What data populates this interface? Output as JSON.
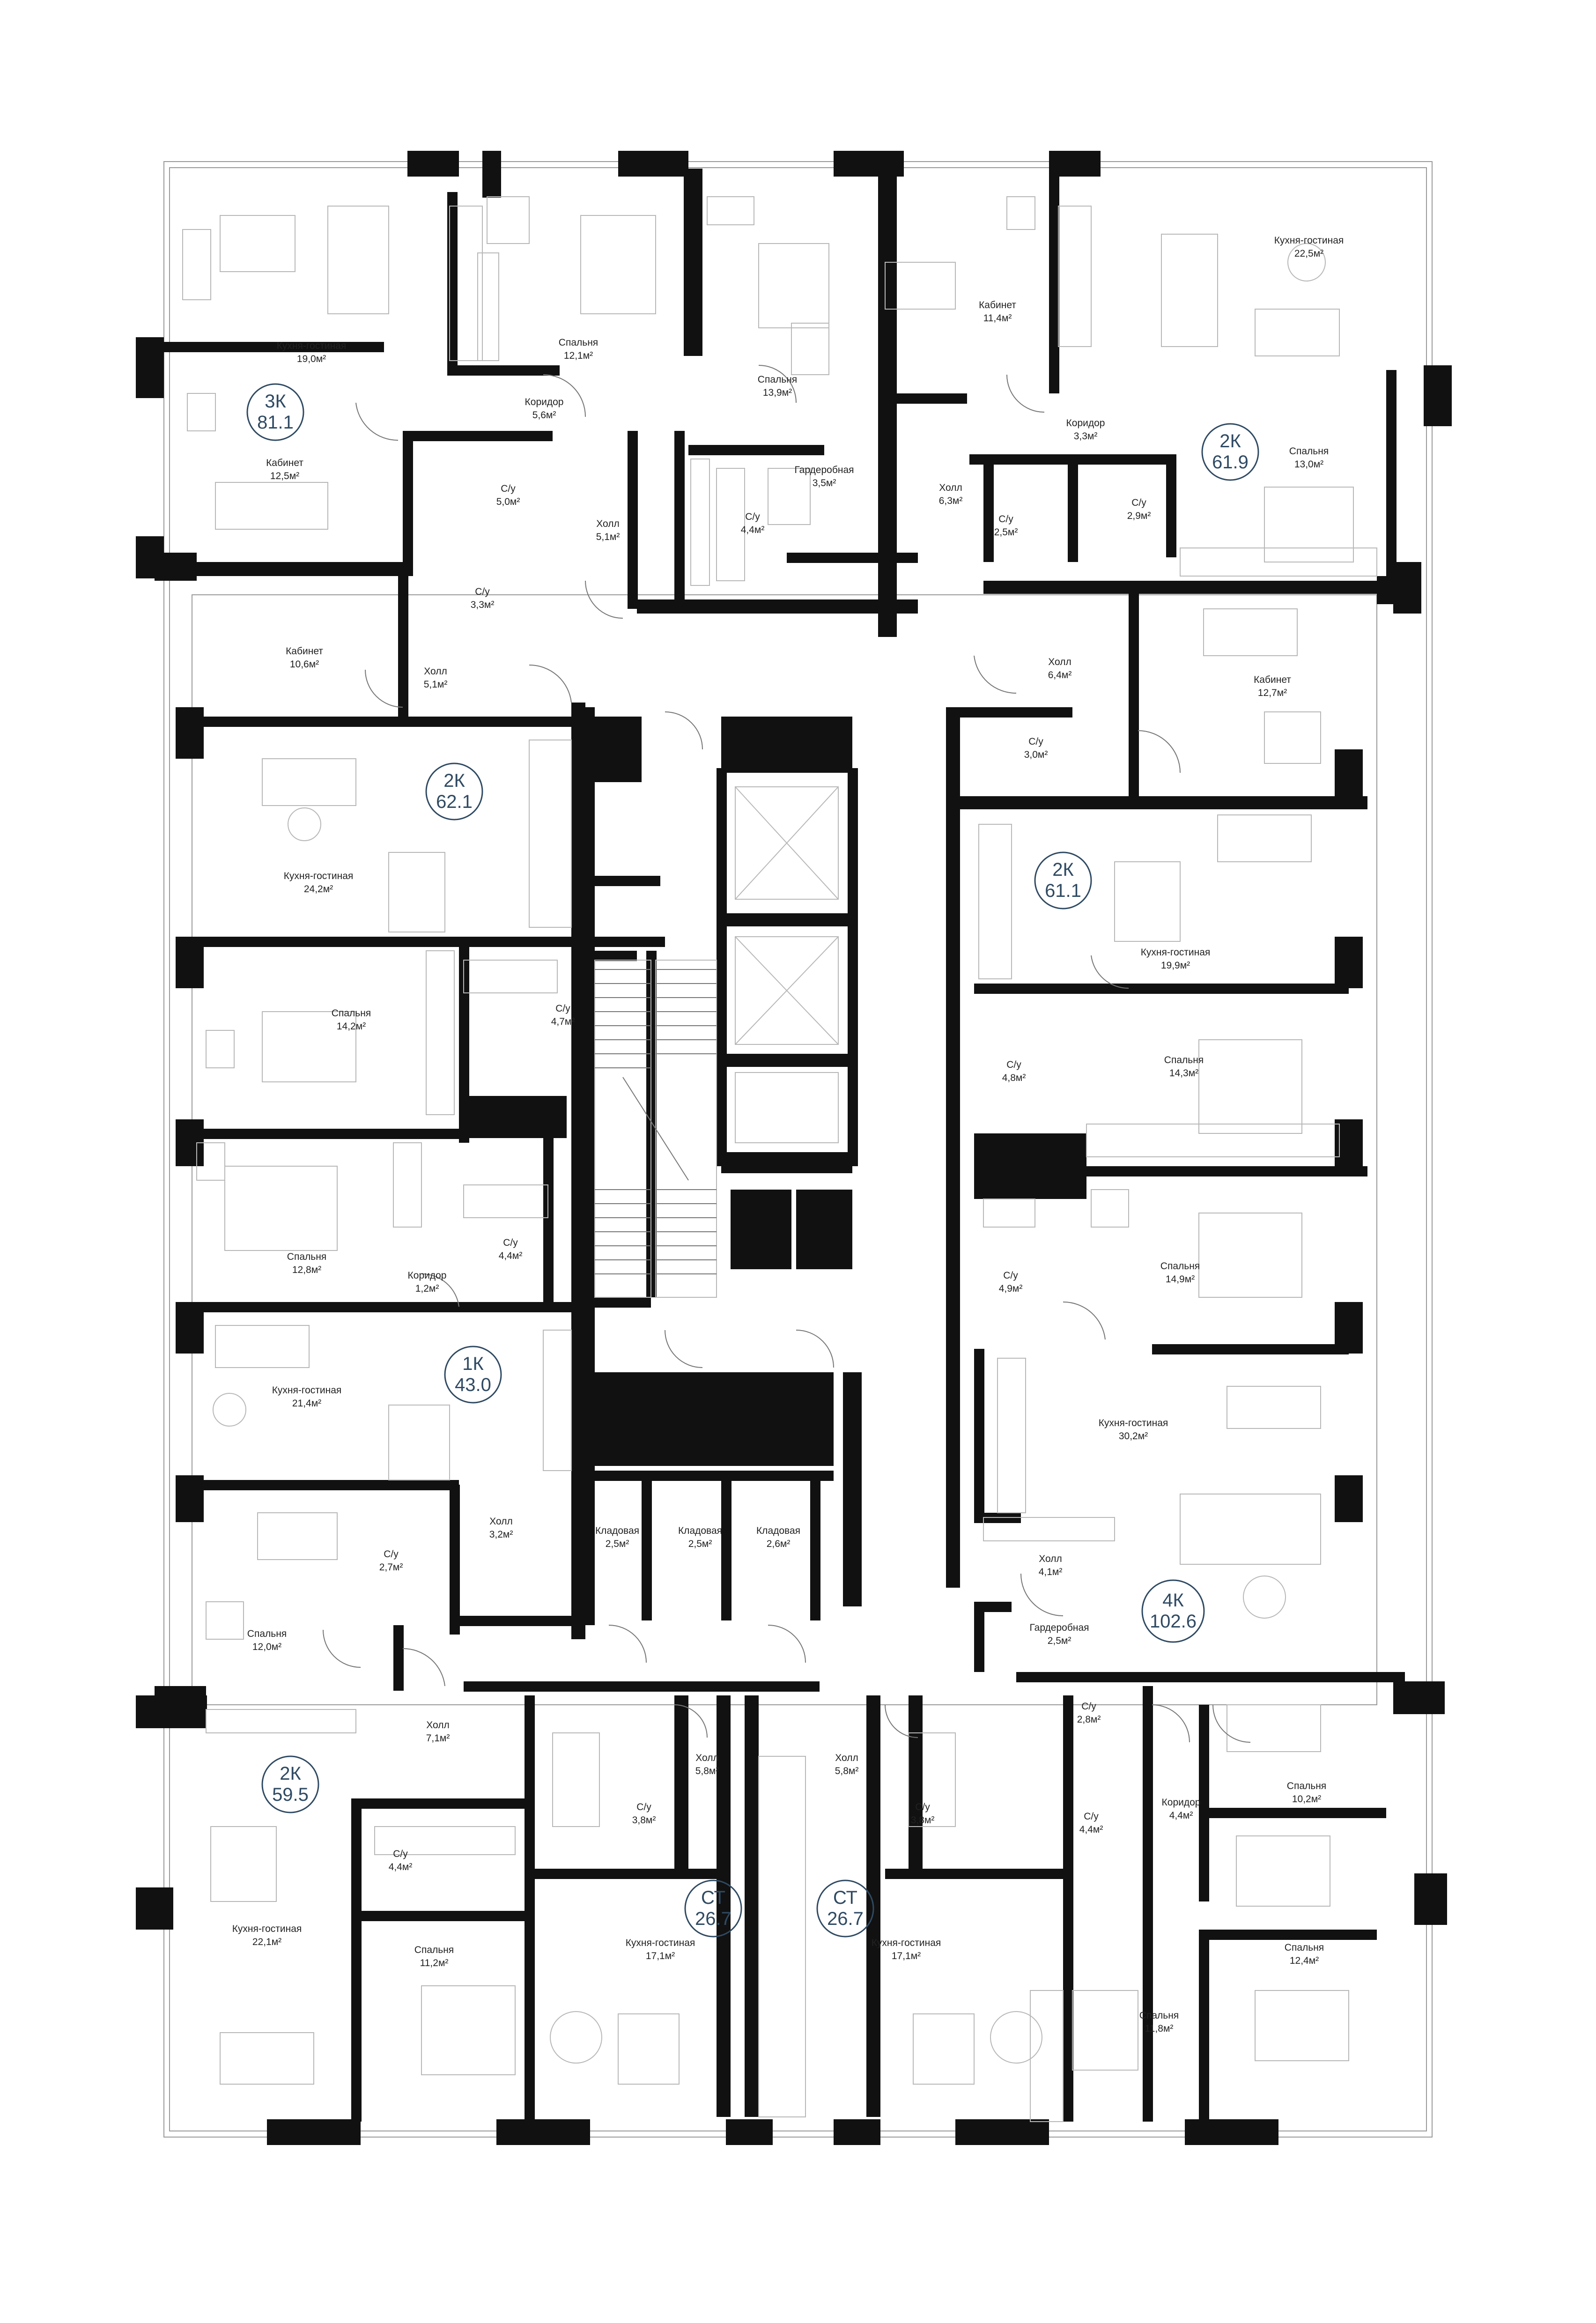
{
  "apartments": [
    {
      "type": "3К",
      "area": "81.1"
    },
    {
      "type": "2К",
      "area": "61.9"
    },
    {
      "type": "2К",
      "area": "62.1"
    },
    {
      "type": "2К",
      "area": "61.1"
    },
    {
      "type": "1К",
      "area": "43.0"
    },
    {
      "type": "4К",
      "area": "102.6"
    },
    {
      "type": "2К",
      "area": "59.5"
    },
    {
      "type": "СТ",
      "area": "26.7"
    },
    {
      "type": "СТ",
      "area": "26.7"
    }
  ],
  "rooms": [
    {
      "name": "Кухня-гостиная",
      "area": "19,0м²"
    },
    {
      "name": "Кабинет",
      "area": "12,5м²"
    },
    {
      "name": "Спальня",
      "area": "12,1м²"
    },
    {
      "name": "Коридор",
      "area": "5,6м²"
    },
    {
      "name": "С/у",
      "area": "5,0м²"
    },
    {
      "name": "Холл",
      "area": "5,1м²"
    },
    {
      "name": "Спальня",
      "area": "13,9м²"
    },
    {
      "name": "Гардеробная",
      "area": "3,5м²"
    },
    {
      "name": "С/у",
      "area": "4,4м²"
    },
    {
      "name": "Кабинет",
      "area": "11,4м²"
    },
    {
      "name": "Коридор",
      "area": "3,3м²"
    },
    {
      "name": "Холл",
      "area": "6,3м²"
    },
    {
      "name": "С/у",
      "area": "2,5м²"
    },
    {
      "name": "С/у",
      "area": "2,9м²"
    },
    {
      "name": "Кухня-гостиная",
      "area": "22,5м²"
    },
    {
      "name": "Спальня",
      "area": "13,0м²"
    },
    {
      "name": "Кабинет",
      "area": "10,6м²"
    },
    {
      "name": "С/у",
      "area": "3,3м²"
    },
    {
      "name": "Холл",
      "area": "5,1м²"
    },
    {
      "name": "Холл",
      "area": "6,4м²"
    },
    {
      "name": "Кабинет",
      "area": "12,7м²"
    },
    {
      "name": "С/у",
      "area": "3,0м²"
    },
    {
      "name": "Кухня-гостиная",
      "area": "24,2м²"
    },
    {
      "name": "Спальня",
      "area": "14,2м²"
    },
    {
      "name": "С/у",
      "area": "4,7м²"
    },
    {
      "name": "Кухня-гостиная",
      "area": "19,9м²"
    },
    {
      "name": "С/у",
      "area": "4,8м²"
    },
    {
      "name": "Спальня",
      "area": "14,3м²"
    },
    {
      "name": "Спальня",
      "area": "12,8м²"
    },
    {
      "name": "С/у",
      "area": "4,4м²"
    },
    {
      "name": "Коридор",
      "area": "1,2м²"
    },
    {
      "name": "С/у",
      "area": "4,9м²"
    },
    {
      "name": "Спальня",
      "area": "14,9м²"
    },
    {
      "name": "Кухня-гостиная",
      "area": "21,4м²"
    },
    {
      "name": "Кухня-гостиная",
      "area": "30,2м²"
    },
    {
      "name": "С/у",
      "area": "2,7м²"
    },
    {
      "name": "Холл",
      "area": "3,2м²"
    },
    {
      "name": "Кладовая",
      "area": "2,5м²"
    },
    {
      "name": "Кладовая",
      "area": "2,5м²"
    },
    {
      "name": "Кладовая",
      "area": "2,6м²"
    },
    {
      "name": "Холл",
      "area": "4,1м²"
    },
    {
      "name": "Гардеробная",
      "area": "2,5м²"
    },
    {
      "name": "Спальня",
      "area": "12,0м²"
    },
    {
      "name": "Холл",
      "area": "7,1м²"
    },
    {
      "name": "Холл",
      "area": "5,8м²"
    },
    {
      "name": "Холл",
      "area": "5,8м²"
    },
    {
      "name": "С/у",
      "area": "2,8м²"
    },
    {
      "name": "С/у",
      "area": "3,8м²"
    },
    {
      "name": "С/у",
      "area": "3,8м²"
    },
    {
      "name": "С/у",
      "area": "4,4м²"
    },
    {
      "name": "Коридор",
      "area": "4,4м²"
    },
    {
      "name": "Спальня",
      "area": "10,2м²"
    },
    {
      "name": "С/у",
      "area": "4,4м²"
    },
    {
      "name": "Кухня-гостиная",
      "area": "22,1м²"
    },
    {
      "name": "Спальня",
      "area": "11,2м²"
    },
    {
      "name": "Кухня-гостиная",
      "area": "17,1м²"
    },
    {
      "name": "Кухня-гостиная",
      "area": "17,1м²"
    },
    {
      "name": "Спальня",
      "area": "11,8м²"
    },
    {
      "name": "Спальня",
      "area": "12,4м²"
    }
  ]
}
